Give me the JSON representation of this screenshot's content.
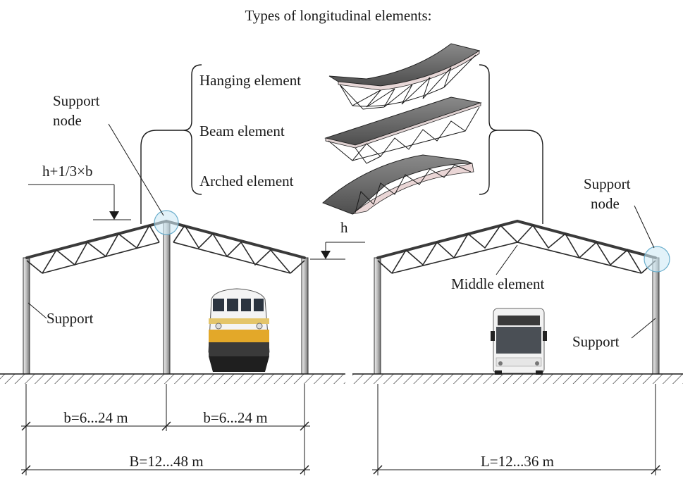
{
  "title": "Types of longitudinal elements:",
  "element_types": {
    "hanging": "Hanging element",
    "beam": "Beam element",
    "arched": "Arched element"
  },
  "labels": {
    "support_node_left": "Support node",
    "support_node_right": "Support node",
    "support_left": "Support",
    "support_right": "Support",
    "middle_element": "Middle element",
    "height_left": "h+1/3×b",
    "height_right": "h"
  },
  "dimensions": {
    "b_left": "b=6...24 m",
    "b_right": "b=6...24 m",
    "B": "B=12...48 m",
    "L": "L=12...36 m"
  }
}
